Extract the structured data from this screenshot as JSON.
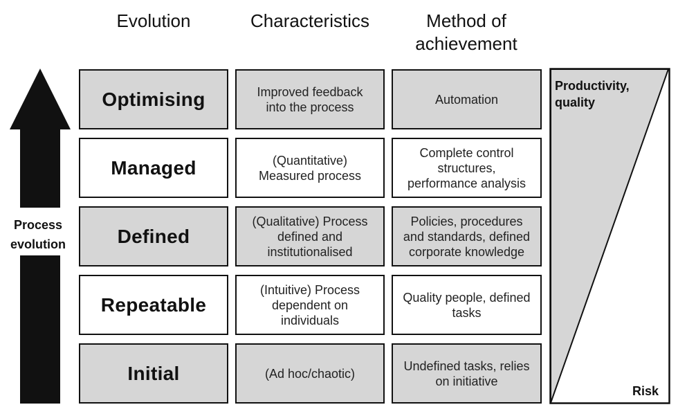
{
  "headers": {
    "evolution": "Evolution",
    "characteristics": "Characteristics",
    "method_line1": "Method of",
    "method_line2": "achievement"
  },
  "arrow": {
    "line1": "Process",
    "line2": "evolution"
  },
  "triangle": {
    "top_line1": "Productivity,",
    "top_line2": "quality",
    "bottom": "Risk"
  },
  "colors": {
    "gray_fill": "#d6d6d6",
    "white_fill": "#ffffff",
    "border": "#111111",
    "arrow": "#111111"
  },
  "rows": [
    {
      "level": "Optimising",
      "shade": "gray",
      "characteristics": [
        "Improved feedback",
        "into the process"
      ],
      "method": [
        "Automation"
      ]
    },
    {
      "level": "Managed",
      "shade": "white",
      "characteristics": [
        "(Quantitative)",
        "Measured process"
      ],
      "method": [
        "Complete control",
        "structures,",
        "performance analysis"
      ]
    },
    {
      "level": "Defined",
      "shade": "gray",
      "characteristics": [
        "(Qualitative) Process",
        "defined and",
        "institutionalised"
      ],
      "method": [
        "Policies, procedures",
        "and standards, defined",
        "corporate knowledge"
      ]
    },
    {
      "level": "Repeatable",
      "shade": "white",
      "characteristics": [
        "(Intuitive) Process",
        "dependent on",
        "individuals"
      ],
      "method": [
        "Quality people, defined",
        "tasks"
      ]
    },
    {
      "level": "Initial",
      "shade": "gray",
      "characteristics": [
        "(Ad hoc/chaotic)"
      ],
      "method": [
        "Undefined tasks, relies",
        "on initiative"
      ]
    }
  ]
}
